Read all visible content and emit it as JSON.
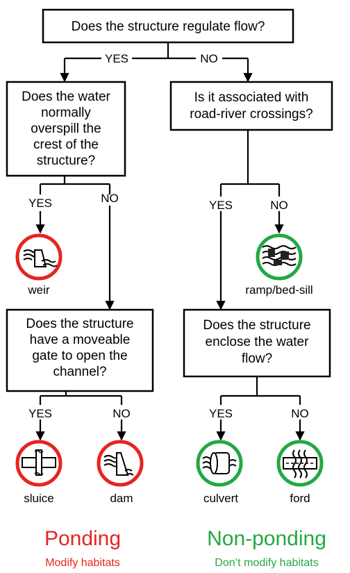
{
  "nodes": {
    "q1": {
      "lines": [
        "Does the structure regulate flow?"
      ]
    },
    "q2": {
      "lines": [
        "Does the water",
        "normally",
        "overspill the",
        "crest of the",
        "structure?"
      ]
    },
    "q3": {
      "lines": [
        "Is it associated with",
        "road-river crossings?"
      ]
    },
    "q4": {
      "lines": [
        "Does the structure",
        "have a moveable",
        "gate to open the",
        "channel?"
      ]
    },
    "q5": {
      "lines": [
        "Does the structure",
        "enclose the water",
        "flow?"
      ]
    }
  },
  "branches": {
    "yes": "YES",
    "no": "NO"
  },
  "outcomes": {
    "weir": {
      "label": "weir",
      "icon": "weir-icon",
      "color": "#e52521"
    },
    "ramp": {
      "label": "ramp/bed-sill",
      "icon": "ramp-icon",
      "color": "#22a843"
    },
    "sluice": {
      "label": "sluice",
      "icon": "sluice-icon",
      "color": "#e52521"
    },
    "dam": {
      "label": "dam",
      "icon": "dam-icon",
      "color": "#e52521"
    },
    "culvert": {
      "label": "culvert",
      "icon": "culvert-icon",
      "color": "#22a843"
    },
    "ford": {
      "label": "ford",
      "icon": "ford-icon",
      "color": "#22a843"
    }
  },
  "legend": {
    "ponding": {
      "title": "Ponding",
      "subtitle": "Modify habitats",
      "color": "#e52521"
    },
    "nonponding": {
      "title": "Non-ponding",
      "subtitle": "Don’t modify habitats",
      "color": "#22a843"
    }
  }
}
